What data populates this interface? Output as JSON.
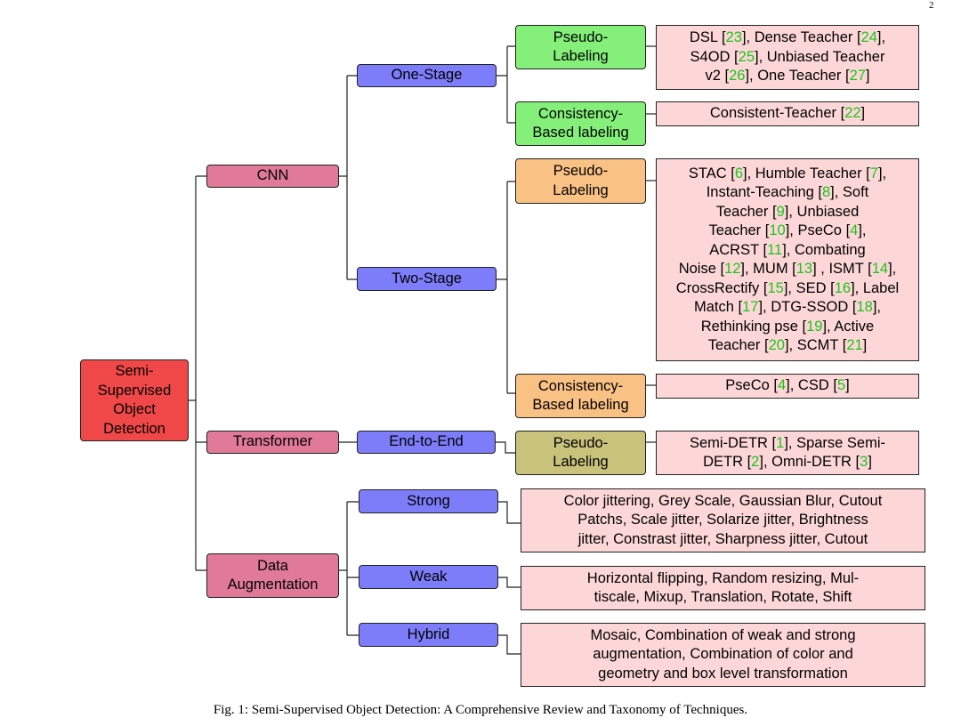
{
  "page_number": "2",
  "root": "Semi-\nSupervised\nObject\nDetection",
  "categories": {
    "cnn": "CNN",
    "transformer": "Transformer",
    "data_aug": "Data\nAugmentation"
  },
  "subcats": {
    "one_stage": "One-Stage",
    "two_stage": "Two-Stage",
    "end_to_end": "End-to-End",
    "strong": "Strong",
    "weak": "Weak",
    "hybrid": "Hybrid"
  },
  "methods": {
    "os_pl": "Pseudo-\nLabeling",
    "os_cb": "Consistency-\nBased labeling",
    "ts_pl": "Pseudo-\nLabeling",
    "ts_cb": "Consistency-\nBased labeling",
    "e2e_pl": "Pseudo-\nLabeling"
  },
  "leaves": {
    "os_pl": [
      {
        "t": "DSL ["
      },
      {
        "t": "23",
        "r": 1
      },
      {
        "t": "], Dense Teacher ["
      },
      {
        "t": "24",
        "r": 1
      },
      {
        "t": "],\nS4OD ["
      },
      {
        "t": "25",
        "r": 1
      },
      {
        "t": "], Unbiased Teacher\nv2 ["
      },
      {
        "t": "26",
        "r": 1
      },
      {
        "t": "], One Teacher ["
      },
      {
        "t": "27",
        "r": 1
      },
      {
        "t": "]"
      }
    ],
    "os_cb": [
      {
        "t": "Consistent-Teacher ["
      },
      {
        "t": "22",
        "r": 1
      },
      {
        "t": "]"
      }
    ],
    "ts_pl": [
      {
        "t": "STAC ["
      },
      {
        "t": "6",
        "r": 1
      },
      {
        "t": "], Humble Teacher ["
      },
      {
        "t": "7",
        "r": 1
      },
      {
        "t": "],\nInstant-Teaching ["
      },
      {
        "t": "8",
        "r": 1
      },
      {
        "t": "], Soft\nTeacher ["
      },
      {
        "t": "9",
        "r": 1
      },
      {
        "t": "], Unbiased\nTeacher ["
      },
      {
        "t": "10",
        "r": 1
      },
      {
        "t": "], PseCo ["
      },
      {
        "t": "4",
        "r": 1
      },
      {
        "t": "],\nACRST ["
      },
      {
        "t": "11",
        "r": 1
      },
      {
        "t": "], Combating\nNoise ["
      },
      {
        "t": "12",
        "r": 1
      },
      {
        "t": "], MUM ["
      },
      {
        "t": "13",
        "r": 1
      },
      {
        "t": "] , ISMT ["
      },
      {
        "t": "14",
        "r": 1
      },
      {
        "t": "],\nCrossRectify ["
      },
      {
        "t": "15",
        "r": 1
      },
      {
        "t": "], SED ["
      },
      {
        "t": "16",
        "r": 1
      },
      {
        "t": "], Label\nMatch ["
      },
      {
        "t": "17",
        "r": 1
      },
      {
        "t": "], DTG-SSOD ["
      },
      {
        "t": "18",
        "r": 1
      },
      {
        "t": "],\nRethinking pse ["
      },
      {
        "t": "19",
        "r": 1
      },
      {
        "t": "], Active\nTeacher ["
      },
      {
        "t": "20",
        "r": 1
      },
      {
        "t": "], SCMT ["
      },
      {
        "t": "21",
        "r": 1
      },
      {
        "t": "]"
      }
    ],
    "ts_cb": [
      {
        "t": "PseCo ["
      },
      {
        "t": "4",
        "r": 1
      },
      {
        "t": "], CSD ["
      },
      {
        "t": "5",
        "r": 1
      },
      {
        "t": "]"
      }
    ],
    "e2e_pl": [
      {
        "t": "Semi-DETR ["
      },
      {
        "t": "1",
        "r": 1
      },
      {
        "t": "], Sparse Semi-\nDETR ["
      },
      {
        "t": "2",
        "r": 1
      },
      {
        "t": "], Omni-DETR ["
      },
      {
        "t": "3",
        "r": 1
      },
      {
        "t": "]"
      }
    ],
    "strong": [
      {
        "t": "Color jittering, Grey Scale, Gaussian Blur, Cutout\nPatchs, Scale jitter, Solarize jitter, Brightness\njitter, Constrast jitter, Sharpness jitter, Cutout"
      }
    ],
    "weak": [
      {
        "t": "Horizontal flipping, Random resizing, Mul-\ntiscale, Mixup, Translation, Rotate, Shift"
      }
    ],
    "hybrid": [
      {
        "t": "Mosaic, Combination of weak and strong\naugmentation, Combination of color and\ngeometry and box level transformation"
      }
    ]
  },
  "caption": "Fig. 1: Semi-Supervised Object Detection: A Comprehensive Review and Taxonomy of Techniques.",
  "colors": {
    "root": "#f04848",
    "category": "#e07a98",
    "subcategory": "#7d7dfa",
    "one_stage_method": "#84f07a",
    "two_stage_method": "#f9c183",
    "end_to_end_method": "#c9c27b",
    "leaf": "#fdd7d7",
    "reference": "#19c619"
  }
}
